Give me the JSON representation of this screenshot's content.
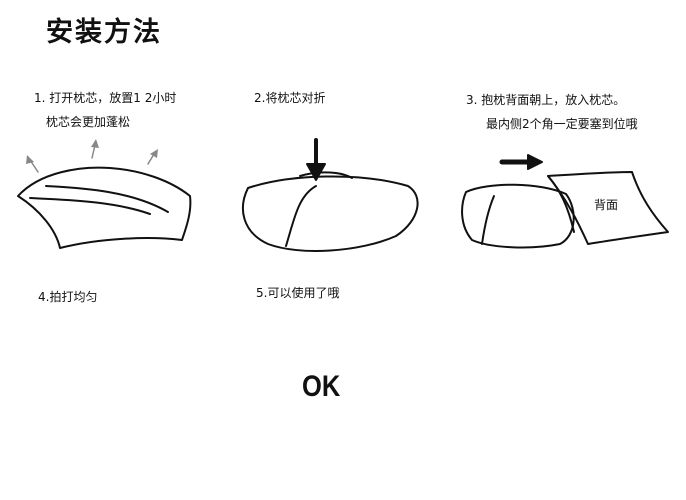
{
  "title": "安装方法",
  "steps": [
    {
      "line1": "1. 打开枕芯，放置1 2小时",
      "line2": "枕芯会更加蓬松"
    },
    {
      "line1": "2.将枕芯对折"
    },
    {
      "line1": "3.  抱枕背面朝上，放入枕芯。",
      "line2": "最内侧2个角一定要塞到位哦",
      "label": "背面"
    },
    {
      "line1": "4.拍打均匀"
    },
    {
      "line1": "5.可以使用了哦",
      "label": "OK"
    }
  ]
}
